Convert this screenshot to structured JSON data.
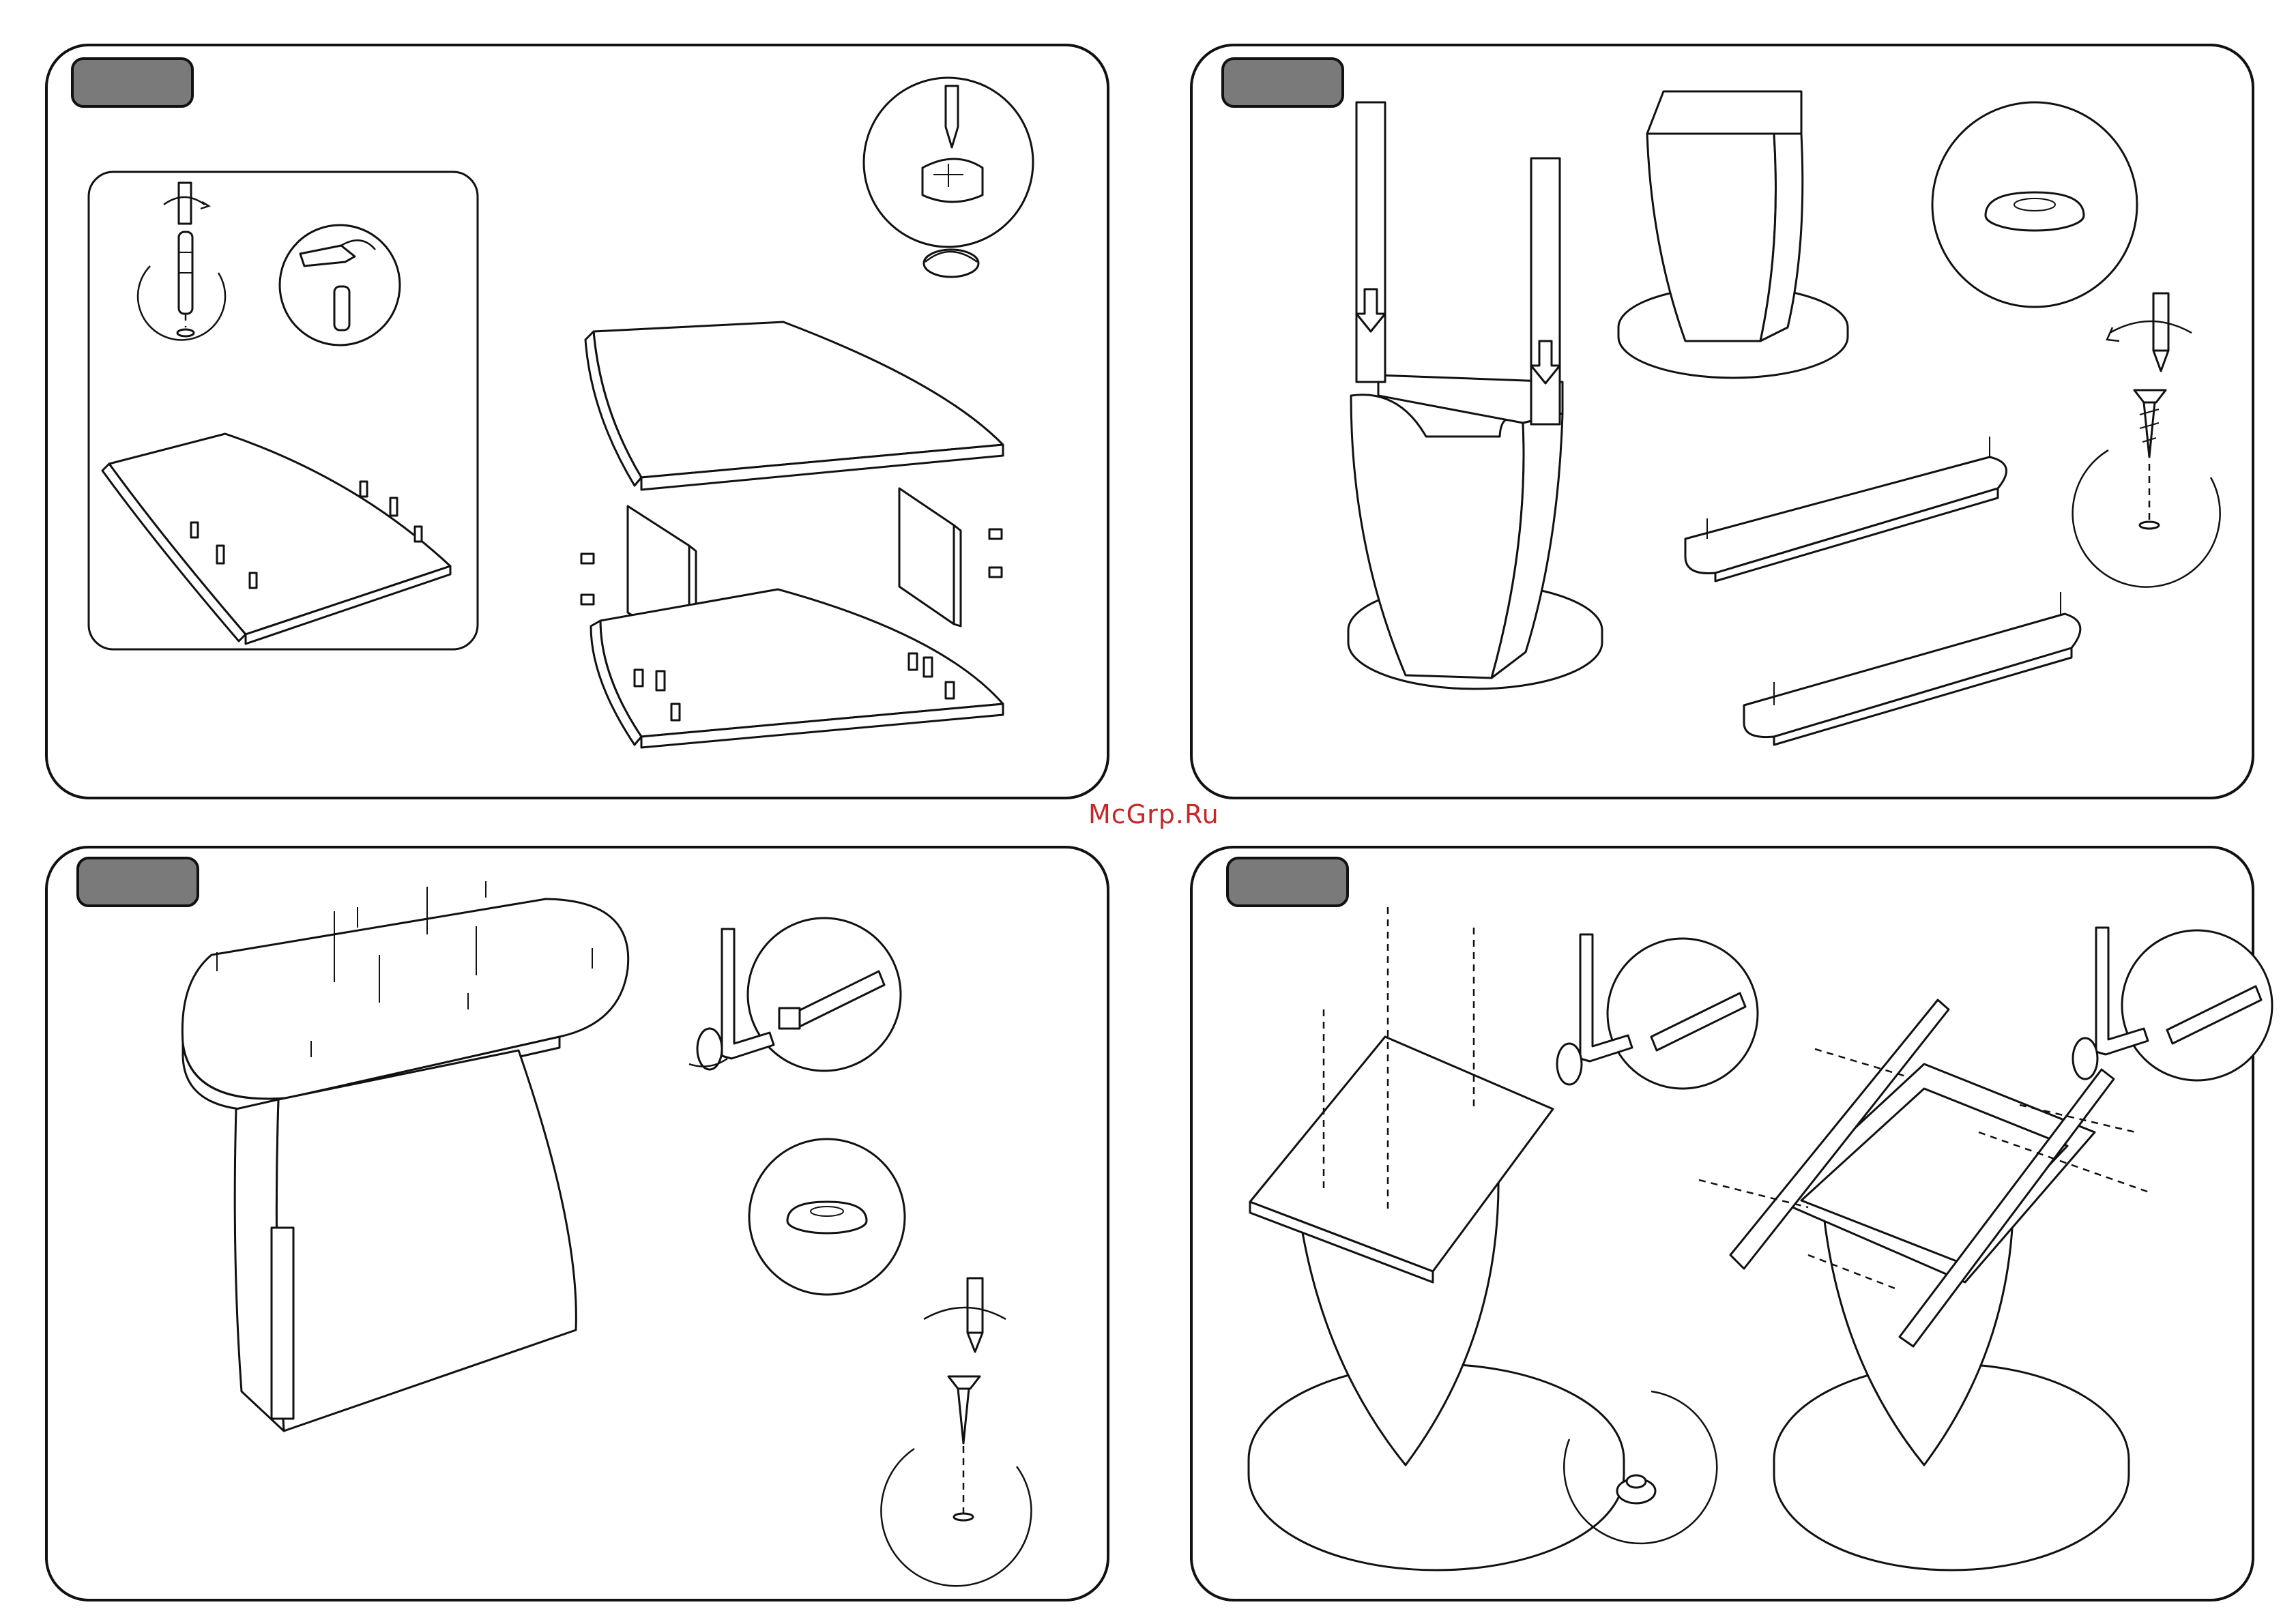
{
  "watermark": "McGrp.Ru",
  "panels": [
    {
      "id": "step-1",
      "step_label": ""
    },
    {
      "id": "step-2",
      "step_label": ""
    },
    {
      "id": "step-3",
      "step_label": ""
    },
    {
      "id": "step-4",
      "step_label": ""
    }
  ],
  "icons": [
    "screwdriver-icon",
    "hammer-icon",
    "hex-key-icon",
    "cam-lock-icon",
    "dowel-icon",
    "screw-icon",
    "cap-icon",
    "arrow-down-icon",
    "rotate-arrow-icon"
  ]
}
